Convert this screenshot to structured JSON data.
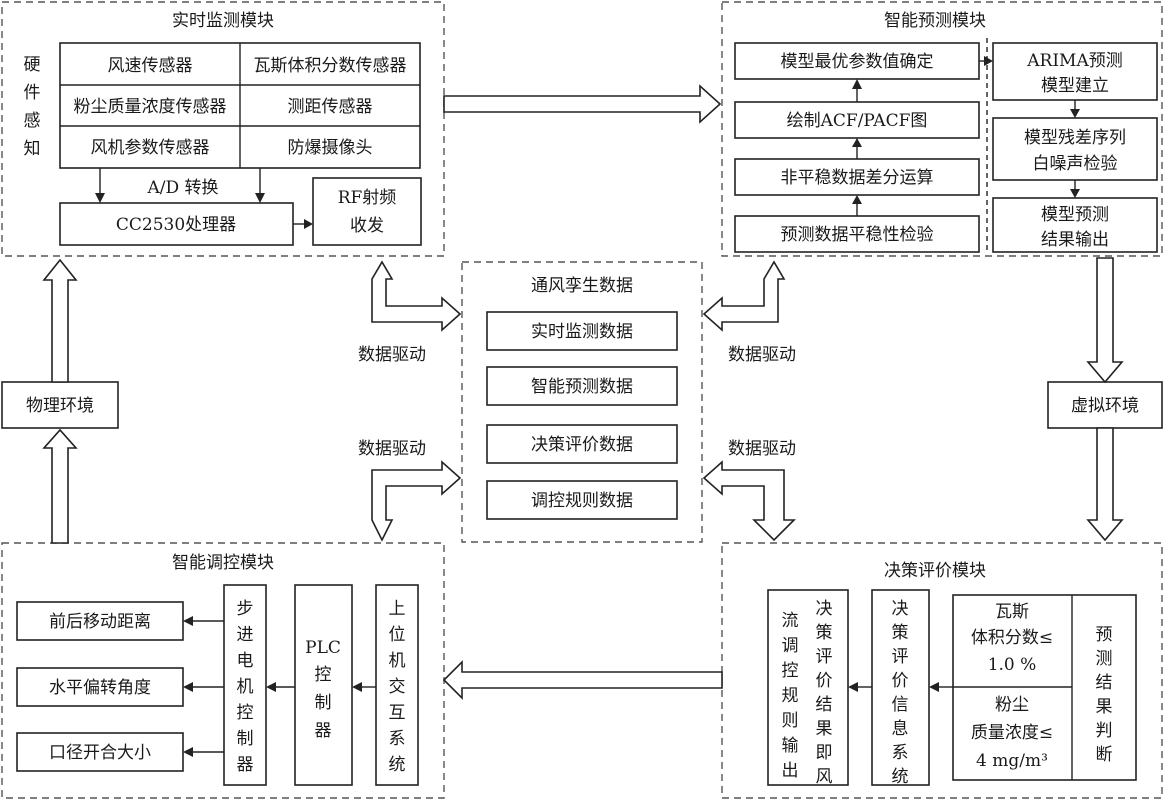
{
  "modules": {
    "monitor": {
      "title": "实时监测模块",
      "side_label": [
        "硬",
        "件",
        "感",
        "知"
      ],
      "sensors": [
        "风速传感器",
        "瓦斯体积分数传感器",
        "粉尘质量浓度传感器",
        "测距传感器",
        "风机参数传感器",
        "防爆摄像头"
      ],
      "ad_label": "A/D 转换",
      "processor": "CC2530处理器",
      "rf": [
        "RF射频",
        "收发"
      ]
    },
    "predict": {
      "title": "智能预测模块",
      "left_steps": [
        "模型最优参数值确定",
        "绘制ACF/PACF图",
        "非平稳数据差分运算",
        "预测数据平稳性检验"
      ],
      "right_steps": [
        [
          "ARIMA预测",
          "模型建立"
        ],
        [
          "模型残差序列",
          "白噪声检验"
        ],
        [
          "模型预测",
          "结果输出"
        ]
      ]
    },
    "twin": {
      "title": "通风孪生数据",
      "items": [
        "实时监测数据",
        "智能预测数据",
        "决策评价数据",
        "调控规则数据"
      ]
    },
    "control": {
      "title": "智能调控模块",
      "outputs": [
        "前后移动距离",
        "水平偏转角度",
        "口径开合大小"
      ],
      "stepper": [
        "步",
        "进",
        "电",
        "机",
        "控",
        "制",
        "器"
      ],
      "plc": [
        "PLC",
        "控",
        "制",
        "器"
      ],
      "host": [
        "上",
        "位",
        "机",
        "交",
        "互",
        "系",
        "统"
      ]
    },
    "decision": {
      "title": "决策评价模块",
      "output_col1": [
        "流",
        "调",
        "控",
        "规",
        "则",
        "输",
        "出"
      ],
      "output_col2": [
        "决",
        "策",
        "评",
        "价",
        "结",
        "果",
        "即",
        "风"
      ],
      "info_system": [
        "决",
        "策",
        "评",
        "价",
        "信",
        "息",
        "系",
        "统"
      ],
      "gas": [
        "瓦斯",
        "体积分数≤",
        "1.0 %"
      ],
      "dust": [
        "粉尘",
        "质量浓度≤",
        "4 mg/m³"
      ],
      "judge": [
        "预",
        "测",
        "结",
        "果",
        "判",
        "断"
      ]
    }
  },
  "environment": {
    "physical": "物理环境",
    "virtual": "虚拟环境"
  },
  "data_drive_label": "数据驱动"
}
